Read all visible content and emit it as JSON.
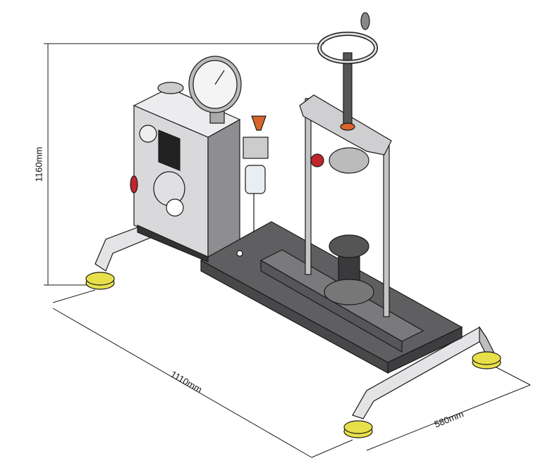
{
  "title": "Press machine with dimensions",
  "dimensions": {
    "height": "1160mm",
    "length": "1110mm",
    "width": "580mm"
  },
  "colors": {
    "line": "#1a1a1a",
    "body": "#d9d9db",
    "body_side": "#8e8e90",
    "tray": "#5f5f61",
    "feet": "#e8e04a",
    "knob": "#c0262b",
    "funnel": "#d9632a"
  }
}
